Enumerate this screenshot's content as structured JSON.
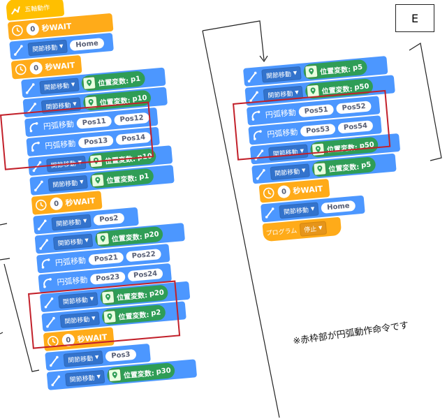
{
  "labels": {
    "box_letter": "E",
    "note": "※赤枠部が円弧動作命令です"
  },
  "blocks": {
    "hat": "五軸動作",
    "wait_num": "0",
    "wait_text": "秒WAIT",
    "joint_move": "関節移動",
    "arc_move": "円弧移動",
    "pos_var": "位置変数:",
    "home": "Home",
    "program": "プログラム",
    "stop": "停止",
    "p1": "p1",
    "p10": "p10",
    "p20": "p20",
    "p2": "p2",
    "p30": "p30",
    "p5": "p5",
    "p50": "p50",
    "pos2": "Pos2",
    "pos3": "Pos3",
    "pos11": "Pos11",
    "pos12": "Pos12",
    "pos13": "Pos13",
    "pos14": "Pos14",
    "pos21": "Pos21",
    "pos22": "Pos22",
    "pos23": "Pos23",
    "pos24": "Pos24",
    "pos51": "Pos51",
    "pos52": "Pos52",
    "pos53": "Pos53",
    "pos54": "Pos54"
  },
  "icons": {
    "timer": "clock-icon",
    "joint": "joint-arm-icon",
    "arc": "arc-arm-icon",
    "position": "map-pin-icon"
  },
  "colors": {
    "motion_block": "#4c97ff",
    "timer_block": "#ffab19",
    "variable_reporter": "#2f9d56",
    "highlight_frame": "#c2202a"
  }
}
